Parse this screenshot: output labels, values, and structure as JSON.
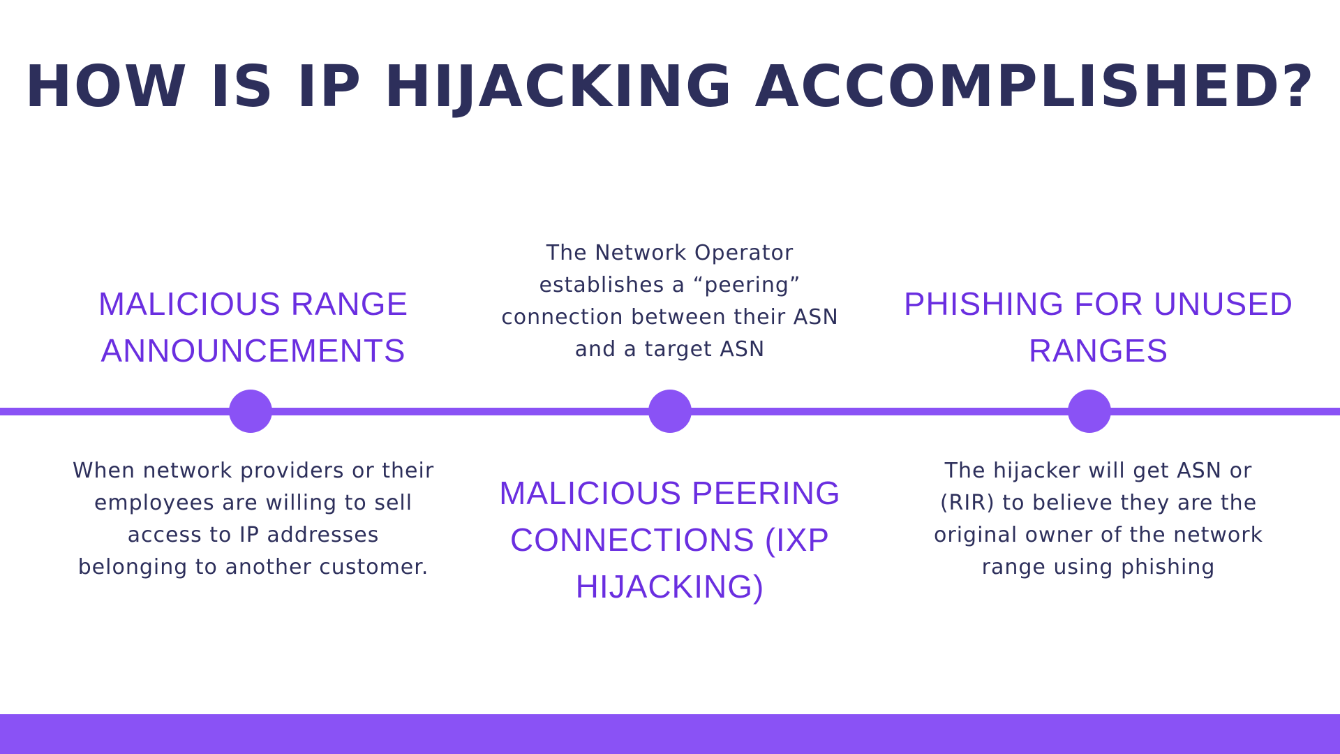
{
  "title": "HOW IS IP HIJACKING ACCOMPLISHED?",
  "steps": [
    {
      "heading": "MALICIOUS RANGE ANNOUNCEMENTS",
      "description": "When network providers or their employees are willing to sell access to IP addresses belonging to another customer."
    },
    {
      "heading": "MALICIOUS PEERING CONNECTIONS (IXP HIJACKING)",
      "description": "The Network Operator establishes a “peering” connection between their ASN and a target ASN"
    },
    {
      "heading": "PHISHING FOR UNUSED RANGES",
      "description": "The hijacker will get ASN or (RIR) to believe they are the original owner of the network range using phishing"
    }
  ],
  "colors": {
    "title": "#2d2f5b",
    "heading": "#6a2ee0",
    "accent": "#8a52f5",
    "text": "#2d2f5b"
  }
}
